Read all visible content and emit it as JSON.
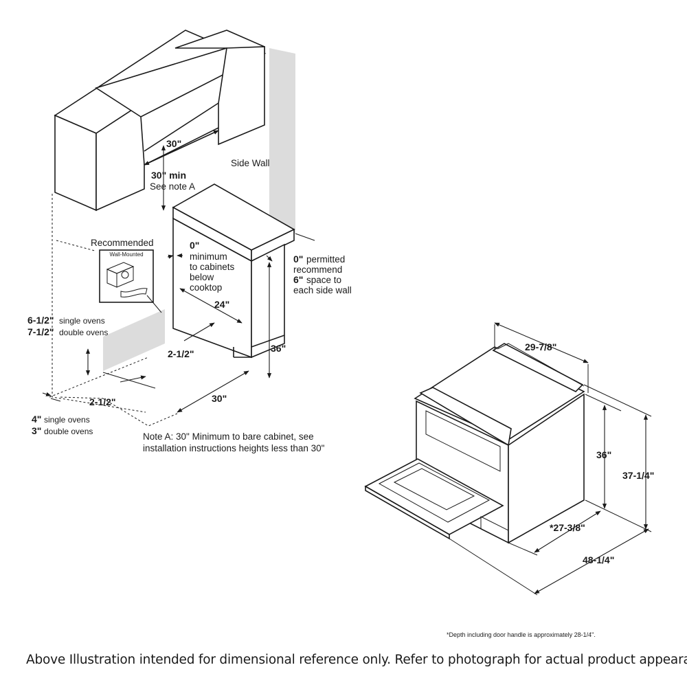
{
  "colors": {
    "line": "#1a1a1a",
    "wall_shade": "#dcdcdc",
    "background": "#ffffff"
  },
  "installation": {
    "hood_width": "30\"",
    "hood_clearance_bold": "30\" min",
    "hood_clearance_note": "See note A",
    "side_wall_label": "Side Wall",
    "recommended_label": "Recommended",
    "wall_mounted_label": "Wall-Mounted",
    "cabinet_clearance_bold": "0\"",
    "cabinet_clearance_lines": [
      "minimum",
      "to cabinets",
      "below",
      "cooktop"
    ],
    "cutout_depth": "24\"",
    "side_wall_bold_a": "0\"",
    "side_wall_text_a": "permitted",
    "side_wall_text_b": "recommend",
    "side_wall_bold_c": "6\"",
    "side_wall_text_c": "space to",
    "side_wall_text_d": "each side wall",
    "single_ovens_value": "6-1/2\"",
    "single_ovens_text": "single ovens",
    "double_ovens_value": "7-1/2\"",
    "double_ovens_text": "double ovens",
    "back_offset": "2-1/2\"",
    "height": "36\"",
    "front_offset": "2-1/2\"",
    "cutout_width": "30\"",
    "front_single_value": "4\"",
    "front_single_text": "single ovens",
    "front_double_value": "3\"",
    "front_double_text": "double ovens",
    "note_a_line1": "Note A: 30\" Minimum to bare cabinet, see",
    "note_a_line2": "installation instructions heights less than 30\""
  },
  "product": {
    "width": "29-7/8\"",
    "height": "36\"",
    "overall_height": "37-1/4\"",
    "depth": "*27-3/8\"",
    "depth_door_open": "48-1/4\""
  },
  "footnote": "*Depth including door handle is approximately 28-1/4\".",
  "disclaimer": "Above Illustration intended for dimensional reference only. Refer to photograph for actual product appearance."
}
